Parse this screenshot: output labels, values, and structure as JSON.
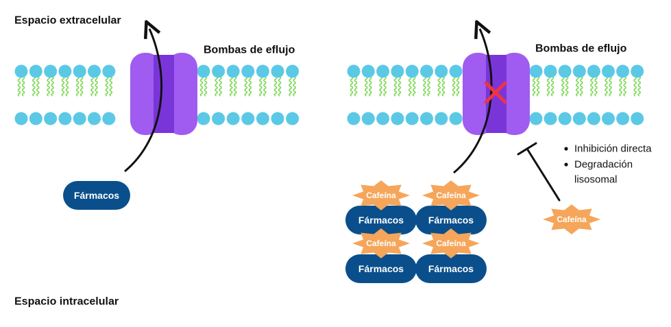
{
  "labels": {
    "extracellular": "Espacio extracelular",
    "intracellular": "Espacio intracelular",
    "pump_left": "Bombas de eflujo",
    "pump_right": "Bombas de eflujo",
    "drug": "Fármacos",
    "caffeine": "Cafeína"
  },
  "mechanisms": [
    "Inhibición directa",
    "Degradación",
    "lisosomal"
  ],
  "colors": {
    "lipid_head": "#5bc9e6",
    "lipid_tail": "#7ed957",
    "pump_light": "#a05cf0",
    "pump_dark": "#7a35d9",
    "drug_pill": "#0a4f8c",
    "caffeine_star": "#f5a65b",
    "block_cross": "#ee3344",
    "arrow": "#111111"
  },
  "icons": {
    "block": "red-x-icon",
    "arrow": "curved-arrow-icon",
    "inhibit": "inhibition-t-bar-icon"
  }
}
